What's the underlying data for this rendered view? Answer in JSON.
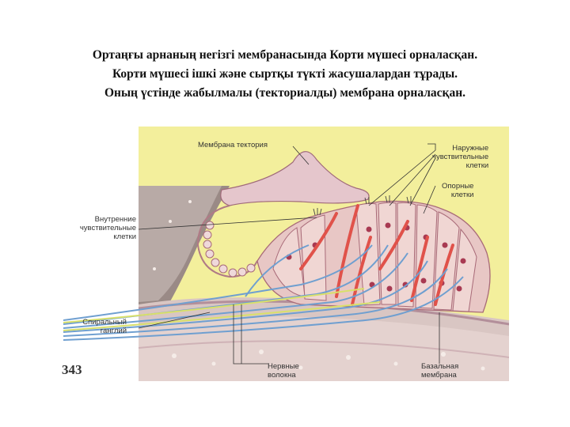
{
  "caption": {
    "line1": "Ортаңғы арнаның негізгі мембранасында Корти мүшесі орналасқан.",
    "line2": "Корти мүшесі ішкі және сыртқы түкті жасушалардан тұрады.",
    "line3": "Оның үстінде жабылмалы (текториалды) мембрана орналасқан."
  },
  "figure": {
    "labels": {
      "tectorial": "Мембрана тектория",
      "outer_cells": "Наружные\nчувствительные\nклетки",
      "support_cells": "Опорные\nклетки",
      "inner_cells": "Внутренние\nчувствительные\nклетки",
      "ganglion": "Спиральный\nганглий",
      "nerve_fibers": "Нервные\nволокна",
      "basilar": "Базальная\nмембрана"
    },
    "page_number": "343",
    "colors": {
      "background": "#f2ef9a",
      "tissue": "#e8c9c9",
      "cell_outline": "#a86a78",
      "nucleus": "#a83a52",
      "nerve_blue": "#6f9fd0",
      "vessel_red": "#e0524a"
    }
  }
}
